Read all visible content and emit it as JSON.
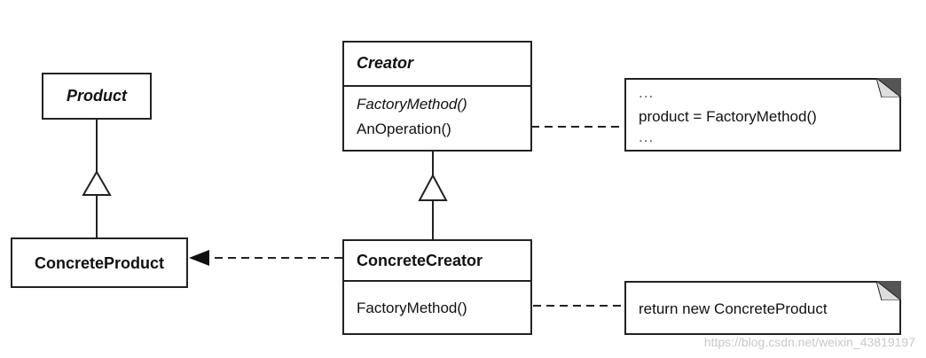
{
  "classes": {
    "product": {
      "name": "Product"
    },
    "concrete_product": {
      "name": "ConcreteProduct"
    },
    "creator": {
      "name": "Creator",
      "operations": [
        "FactoryMethod()",
        "AnOperation()"
      ]
    },
    "concrete_creator": {
      "name": "ConcreteCreator",
      "operations": [
        "FactoryMethod()"
      ]
    }
  },
  "notes": {
    "anoperation_note": {
      "lines": [
        "...",
        "product = FactoryMethod()",
        "..."
      ]
    },
    "factorymethod_note": {
      "lines": [
        "return new ConcreteProduct"
      ]
    }
  },
  "watermark": "https://blog.csdn.net/weixin_43819197"
}
